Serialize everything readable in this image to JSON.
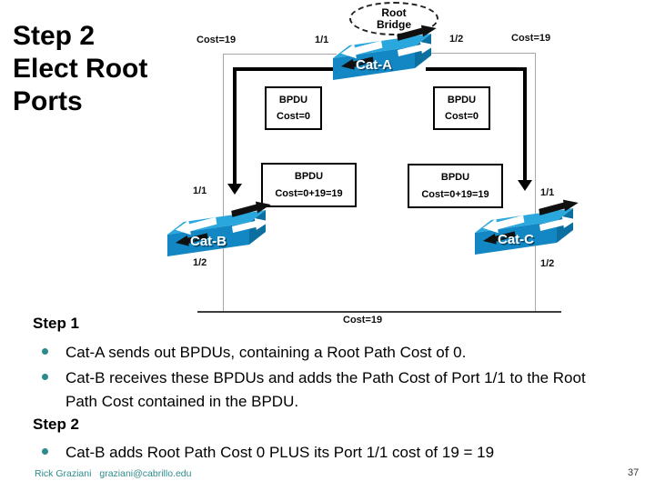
{
  "slide": {
    "title_lines": [
      "Step 2",
      "Elect Root",
      "Ports"
    ],
    "footer_name": "Rick Graziani",
    "footer_email": "graziani@cabrillo.edu",
    "page_number": "37"
  },
  "colors": {
    "accent_teal": "#2E8B8B",
    "switch_top": "#2AA7DC",
    "switch_front": "#1287C4",
    "switch_side": "#0B6FA0"
  },
  "diagram": {
    "root_bridge": {
      "line1": "Root",
      "line2": "Bridge"
    },
    "switch_a": "Cat-A",
    "switch_b": "Cat-B",
    "switch_c": "Cat-C",
    "labels": {
      "cost_link_ab": "Cost=19",
      "cost_link_ac": "Cost=19",
      "cost_link_bc": "Cost=19",
      "port_a_1": "1/1",
      "port_a_2": "1/2",
      "port_b_1": "1/1",
      "port_b_2": "1/2",
      "port_c_1": "1/1",
      "port_c_2": "1/2"
    },
    "bpdu_left_top": {
      "l1": "BPDU",
      "l2": "Cost=0"
    },
    "bpdu_right_top": {
      "l1": "BPDU",
      "l2": "Cost=0"
    },
    "bpdu_left_bottom": {
      "l1": "BPDU",
      "l2": "Cost=0+19=19"
    },
    "bpdu_right_bottom": {
      "l1": "BPDU",
      "l2": "Cost=0+19=19"
    }
  },
  "notes": {
    "step1_heading": "Step 1",
    "bullet1": "Cat-A sends out BPDUs, containing a Root Path Cost of 0.",
    "bullet2": "Cat-B receives these BPDUs and adds the Path Cost of Port 1/1 to the Root Path Cost contained in the BPDU.",
    "step2_heading": "Step 2",
    "bullet3": "Cat-B adds Root Path Cost 0 PLUS its Port 1/1 cost of 19 = 19"
  }
}
